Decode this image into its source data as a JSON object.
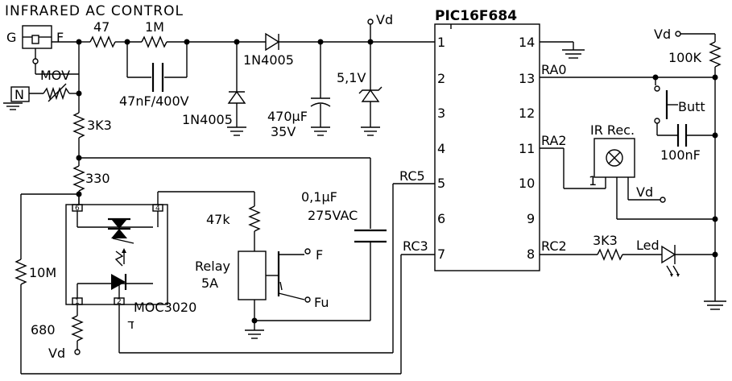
{
  "title": "INFRARED AC CONTROL",
  "labels": {
    "G": "G",
    "F_in": "F",
    "N": "N",
    "mov": "MOV",
    "r47": "47",
    "r1m": "1M",
    "c47n": "47nF/400V",
    "d1": "1N4005",
    "d2": "1N4005",
    "c470": "470µF",
    "c470v": "35V",
    "zener": "5,1V",
    "vd_top": "Vd",
    "r3k3a": "3K3",
    "r330": "330",
    "r10m": "10M",
    "r680": "680",
    "vd_bot": "Vd",
    "moc": "MOC3020",
    "r47k": "47k",
    "relay1": "Relay",
    "relay2": "5A",
    "c01": "0,1µF",
    "c01v": "275VAC",
    "out_f": "F",
    "out_fu": "Fu",
    "rc5": "RC5",
    "rc3": "RC3",
    "chip": "PIC16F684",
    "ra0": "RA0",
    "ra2": "RA2",
    "rc2": "RC2",
    "vd_right": "Vd",
    "r100k": "100K",
    "butt": "Butt",
    "ir": "IR Rec.",
    "ir_pin": "1",
    "vd_ir": "Vd",
    "c100n": "100nF",
    "r3k3b": "3K3",
    "led": "Led"
  },
  "pins_left": [
    "1",
    "2",
    "3",
    "4",
    "5",
    "6",
    "7"
  ],
  "pins_right": [
    "14",
    "13",
    "12",
    "11",
    "10",
    "9",
    "8"
  ],
  "moc_pins": [
    "6",
    "4",
    "1",
    "2"
  ]
}
